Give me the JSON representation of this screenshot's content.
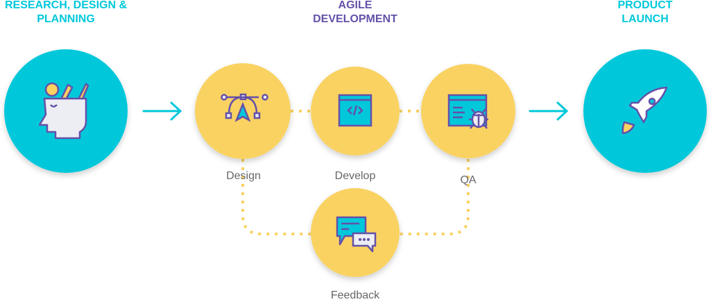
{
  "stages": {
    "research": {
      "line1": "RESEARCH, DESIGN &",
      "line2": "PLANNING"
    },
    "agile": {
      "line1": "AGILE",
      "line2": "DEVELOPMENT"
    },
    "launch": {
      "line1": "PRODUCT",
      "line2": "LAUNCH"
    }
  },
  "steps": {
    "design": "Design",
    "develop": "Develop",
    "qa": "QA",
    "feedback": "Feedback"
  },
  "colors": {
    "cyan": "#00C8DA",
    "yellow": "#F9D262",
    "purple": "#6550A8",
    "light": "#ECEEF4"
  }
}
